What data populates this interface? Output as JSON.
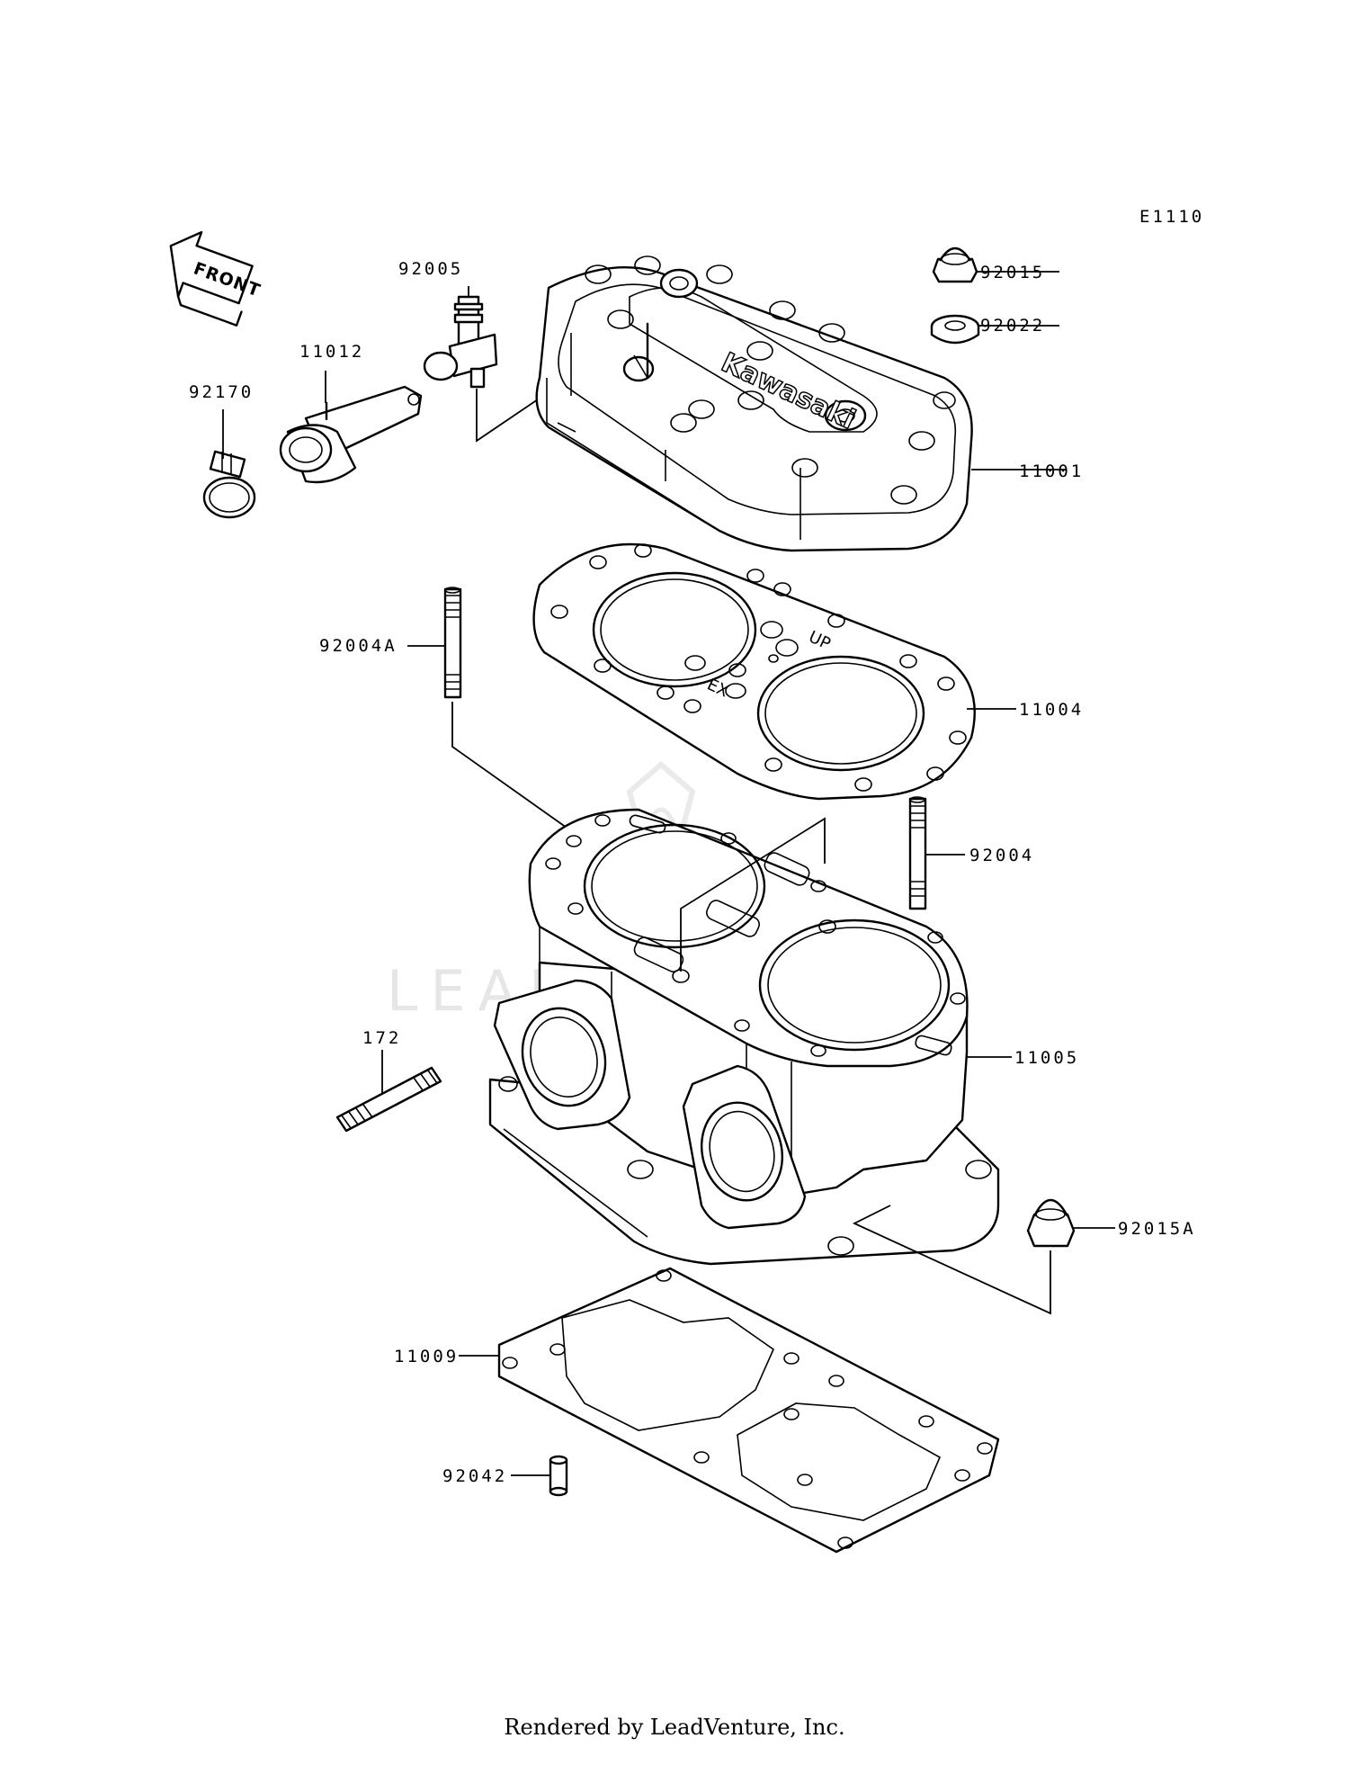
{
  "diagram_code": "E1110",
  "front_marker": "FRONT",
  "head_stamp": "Kawasaki",
  "gasket_marks": {
    "up": "UP",
    "ex": "EX"
  },
  "watermark": "LEADVENTURE",
  "parts": [
    {
      "id": "11001"
    },
    {
      "id": "11004"
    },
    {
      "id": "11005"
    },
    {
      "id": "11009"
    },
    {
      "id": "11012"
    },
    {
      "id": "92005"
    },
    {
      "id": "92170"
    },
    {
      "id": "92015"
    },
    {
      "id": "92022"
    },
    {
      "id": "92004A"
    },
    {
      "id": "92004"
    },
    {
      "id": "172"
    },
    {
      "id": "92015A"
    },
    {
      "id": "92042"
    }
  ],
  "footer": "Rendered by LeadVenture, Inc."
}
